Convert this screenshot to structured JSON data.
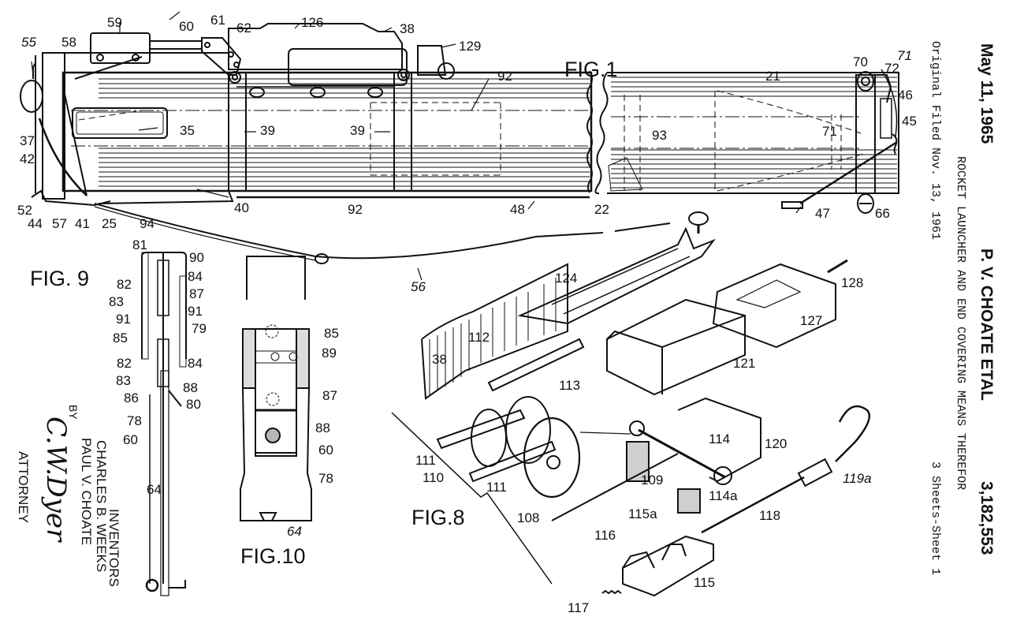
{
  "header": {
    "date": "May 11, 1965",
    "inventor_line": "P. V. CHOATE ETAL",
    "patent_number": "3,182,553",
    "title": "ROCKET LAUNCHER AND END COVERING MEANS THEREFOR",
    "filed": "Original Filed Nov. 13, 1961",
    "sheets": "3 Sheets-Sheet 1"
  },
  "figures": {
    "fig1": "FIG.1",
    "fig8": "FIG.8",
    "fig9": "FIG. 9",
    "fig10": "FIG.10"
  },
  "inventors_block": {
    "heading": "INVENTORS",
    "name1": "CHARLES B. WEEKS",
    "name2": "PAUL V. CHOATE",
    "by": "BY",
    "signature": "C.W.Dyer",
    "attorney": "ATTORNEY"
  },
  "labels": {
    "fig1": [
      "55",
      "58",
      "59",
      "60",
      "61",
      "62",
      "126",
      "38",
      "129",
      "92",
      "21",
      "70",
      "72",
      "71",
      "46",
      "45",
      "37",
      "42",
      "35",
      "39",
      "39",
      "93",
      "71",
      "52",
      "44",
      "57",
      "41",
      "25",
      "94",
      "40",
      "92",
      "48",
      "22",
      "47",
      "66",
      "56"
    ],
    "fig9": [
      "81",
      "90",
      "82",
      "84",
      "83",
      "87",
      "91",
      "91",
      "85",
      "79",
      "82",
      "84",
      "83",
      "86",
      "88",
      "80",
      "78",
      "60",
      "64"
    ],
    "fig10": [
      "85",
      "89",
      "87",
      "88",
      "60",
      "78",
      "64"
    ],
    "fig8": [
      "124",
      "128",
      "112",
      "127",
      "38",
      "121",
      "113",
      "111",
      "110",
      "111",
      "114",
      "120",
      "109",
      "114a",
      "119a",
      "108",
      "118",
      "115a",
      "116",
      "115",
      "117"
    ]
  }
}
